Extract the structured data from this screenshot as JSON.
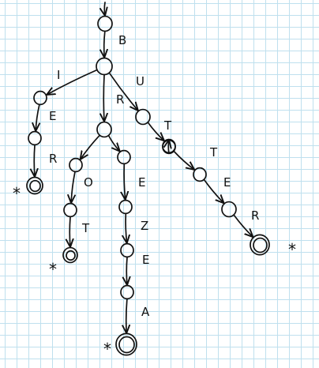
{
  "trie": {
    "nodes": [
      {
        "id": "n0",
        "accept": false
      },
      {
        "id": "n1",
        "accept": false
      },
      {
        "id": "n2",
        "accept": false
      },
      {
        "id": "n3",
        "accept": false
      },
      {
        "id": "n4",
        "accept": true
      },
      {
        "id": "n5",
        "accept": false
      },
      {
        "id": "n6",
        "accept": false
      },
      {
        "id": "n7",
        "accept": false
      },
      {
        "id": "n8",
        "accept": true
      },
      {
        "id": "n9",
        "accept": false
      },
      {
        "id": "n10",
        "accept": false
      },
      {
        "id": "n11",
        "accept": false
      },
      {
        "id": "n12",
        "accept": false
      },
      {
        "id": "n13",
        "accept": true
      },
      {
        "id": "n14",
        "accept": false
      },
      {
        "id": "n15",
        "accept": false
      },
      {
        "id": "n16",
        "accept": false
      },
      {
        "id": "n17",
        "accept": false
      },
      {
        "id": "n18",
        "accept": false
      },
      {
        "id": "n19",
        "accept": true
      }
    ],
    "edges": [
      {
        "from": "start",
        "to": "n0",
        "label": ""
      },
      {
        "from": "n0",
        "to": "n1",
        "label": "B"
      },
      {
        "from": "n1",
        "to": "n2",
        "label": "I"
      },
      {
        "from": "n2",
        "to": "n3",
        "label": "E"
      },
      {
        "from": "n3",
        "to": "n4",
        "label": "R"
      },
      {
        "from": "n1",
        "to": "n5",
        "label": "R"
      },
      {
        "from": "n5",
        "to": "n6",
        "label": ""
      },
      {
        "from": "n6",
        "to": "n7",
        "label": "O"
      },
      {
        "from": "n7",
        "to": "n8",
        "label": "T"
      },
      {
        "from": "n5",
        "to": "n9",
        "label": ""
      },
      {
        "from": "n9",
        "to": "n10",
        "label": "E"
      },
      {
        "from": "n10",
        "to": "n11",
        "label": "Z"
      },
      {
        "from": "n11",
        "to": "n12",
        "label": "E"
      },
      {
        "from": "n12",
        "to": "n13",
        "label": "A"
      },
      {
        "from": "n1",
        "to": "n14",
        "label": "U"
      },
      {
        "from": "n14",
        "to": "n15",
        "label": "T"
      },
      {
        "from": "n15",
        "to": "n16",
        "label": ""
      },
      {
        "from": "n16",
        "to": "n17",
        "label": "T"
      },
      {
        "from": "n17",
        "to": "n18",
        "label": "E"
      },
      {
        "from": "n18",
        "to": "n19",
        "label": "R"
      }
    ],
    "accept_marker": "*"
  }
}
